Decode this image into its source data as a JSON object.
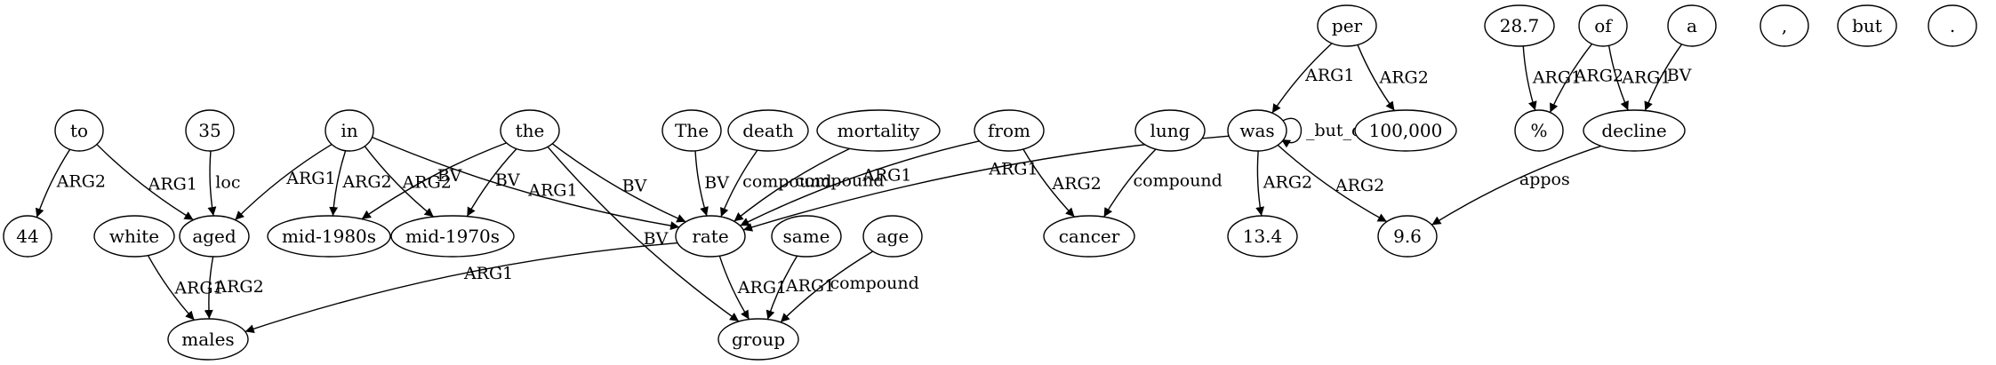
{
  "nodes": [
    {
      "id": "per",
      "label": "per"
    },
    {
      "id": "n287",
      "label": "28.7"
    },
    {
      "id": "of",
      "label": "of"
    },
    {
      "id": "a",
      "label": "a"
    },
    {
      "id": "comma",
      "label": ","
    },
    {
      "id": "but",
      "label": "but"
    },
    {
      "id": "period",
      "label": "."
    },
    {
      "id": "to",
      "label": "to"
    },
    {
      "id": "n35",
      "label": "35"
    },
    {
      "id": "in",
      "label": "in"
    },
    {
      "id": "the",
      "label": "the"
    },
    {
      "id": "The",
      "label": "The"
    },
    {
      "id": "death",
      "label": "death"
    },
    {
      "id": "mortality",
      "label": "mortality"
    },
    {
      "id": "from",
      "label": "from"
    },
    {
      "id": "lung",
      "label": "lung"
    },
    {
      "id": "was",
      "label": "was"
    },
    {
      "id": "n100000",
      "label": "100,000"
    },
    {
      "id": "pct",
      "label": "%"
    },
    {
      "id": "decline",
      "label": "decline"
    },
    {
      "id": "n44",
      "label": "44"
    },
    {
      "id": "white",
      "label": "white"
    },
    {
      "id": "aged",
      "label": "aged"
    },
    {
      "id": "mid1980s",
      "label": "mid-1980s"
    },
    {
      "id": "mid1970s",
      "label": "mid-1970s"
    },
    {
      "id": "rate",
      "label": "rate"
    },
    {
      "id": "same",
      "label": "same"
    },
    {
      "id": "age",
      "label": "age"
    },
    {
      "id": "cancer",
      "label": "cancer"
    },
    {
      "id": "n134",
      "label": "13.4"
    },
    {
      "id": "n96",
      "label": "9.6"
    },
    {
      "id": "males",
      "label": "males"
    },
    {
      "id": "group",
      "label": "group"
    }
  ],
  "edges": [
    {
      "from": "per",
      "to": "was",
      "label": "ARG1"
    },
    {
      "from": "per",
      "to": "n100000",
      "label": "ARG2"
    },
    {
      "from": "n287",
      "to": "pct",
      "label": "ARG1"
    },
    {
      "from": "of",
      "to": "pct",
      "label": "ARG2"
    },
    {
      "from": "of",
      "to": "decline",
      "label": "ARG1"
    },
    {
      "from": "a",
      "to": "decline",
      "label": "BV"
    },
    {
      "from": "to",
      "to": "n44",
      "label": "ARG2"
    },
    {
      "from": "to",
      "to": "aged",
      "label": "ARG1"
    },
    {
      "from": "n35",
      "to": "aged",
      "label": "loc"
    },
    {
      "from": "in",
      "to": "aged",
      "label": "ARG1"
    },
    {
      "from": "in",
      "to": "mid1980s",
      "label": "ARG2"
    },
    {
      "from": "in",
      "to": "mid1970s",
      "label": "ARG2"
    },
    {
      "from": "in",
      "to": "rate",
      "label": "ARG1"
    },
    {
      "from": "the",
      "to": "mid1980s",
      "label": "BV"
    },
    {
      "from": "the",
      "to": "mid1970s",
      "label": "BV"
    },
    {
      "from": "the",
      "to": "rate",
      "label": "BV"
    },
    {
      "from": "the",
      "to": "group",
      "label": "BV"
    },
    {
      "from": "The",
      "to": "rate",
      "label": "BV"
    },
    {
      "from": "death",
      "to": "rate",
      "label": "compound"
    },
    {
      "from": "mortality",
      "to": "rate",
      "label": "compound"
    },
    {
      "from": "from",
      "to": "rate",
      "label": "ARG1"
    },
    {
      "from": "from",
      "to": "cancer",
      "label": "ARG2"
    },
    {
      "from": "lung",
      "to": "cancer",
      "label": "compound"
    },
    {
      "from": "was",
      "to": "rate",
      "label": "ARG1"
    },
    {
      "from": "was",
      "to": "n134",
      "label": "ARG2"
    },
    {
      "from": "was",
      "to": "n96",
      "label": "ARG2"
    },
    {
      "from": "was",
      "to": "was",
      "label": "_but_c"
    },
    {
      "from": "decline",
      "to": "n96",
      "label": "appos"
    },
    {
      "from": "white",
      "to": "males",
      "label": "ARG1"
    },
    {
      "from": "aged",
      "to": "males",
      "label": "ARG2"
    },
    {
      "from": "rate",
      "to": "males",
      "label": "ARG1"
    },
    {
      "from": "rate",
      "to": "group",
      "label": "ARG1"
    },
    {
      "from": "same",
      "to": "group",
      "label": "ARG1"
    },
    {
      "from": "age",
      "to": "group",
      "label": "compound"
    }
  ]
}
